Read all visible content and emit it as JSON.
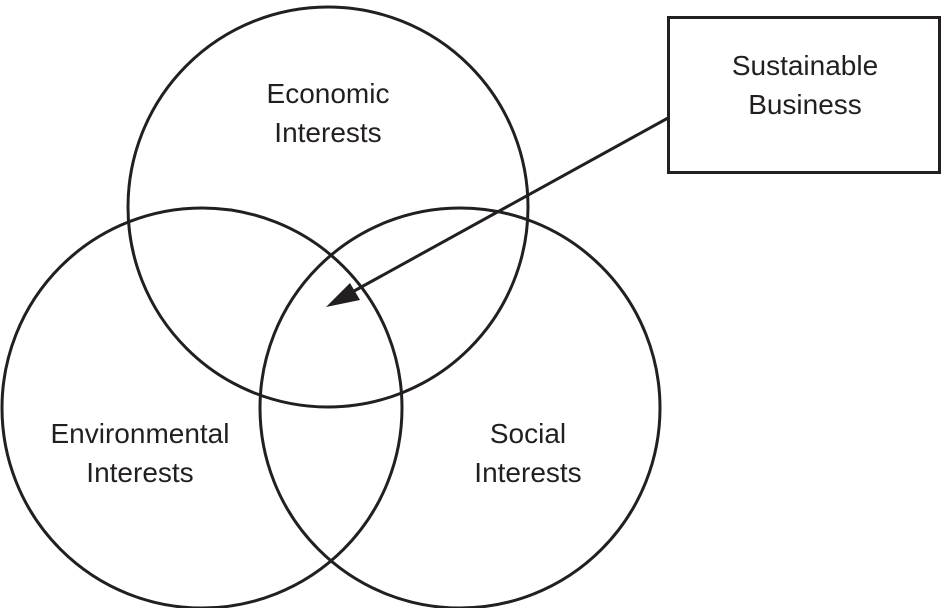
{
  "circles": {
    "economic": [
      "Economic",
      "Interests"
    ],
    "environmental": [
      "Environmental",
      "Interests"
    ],
    "social": [
      "Social",
      "Interests"
    ]
  },
  "callout": [
    "Sustainable",
    "Business"
  ],
  "colors": {
    "stroke": "#231f20",
    "background": "#ffffff"
  }
}
